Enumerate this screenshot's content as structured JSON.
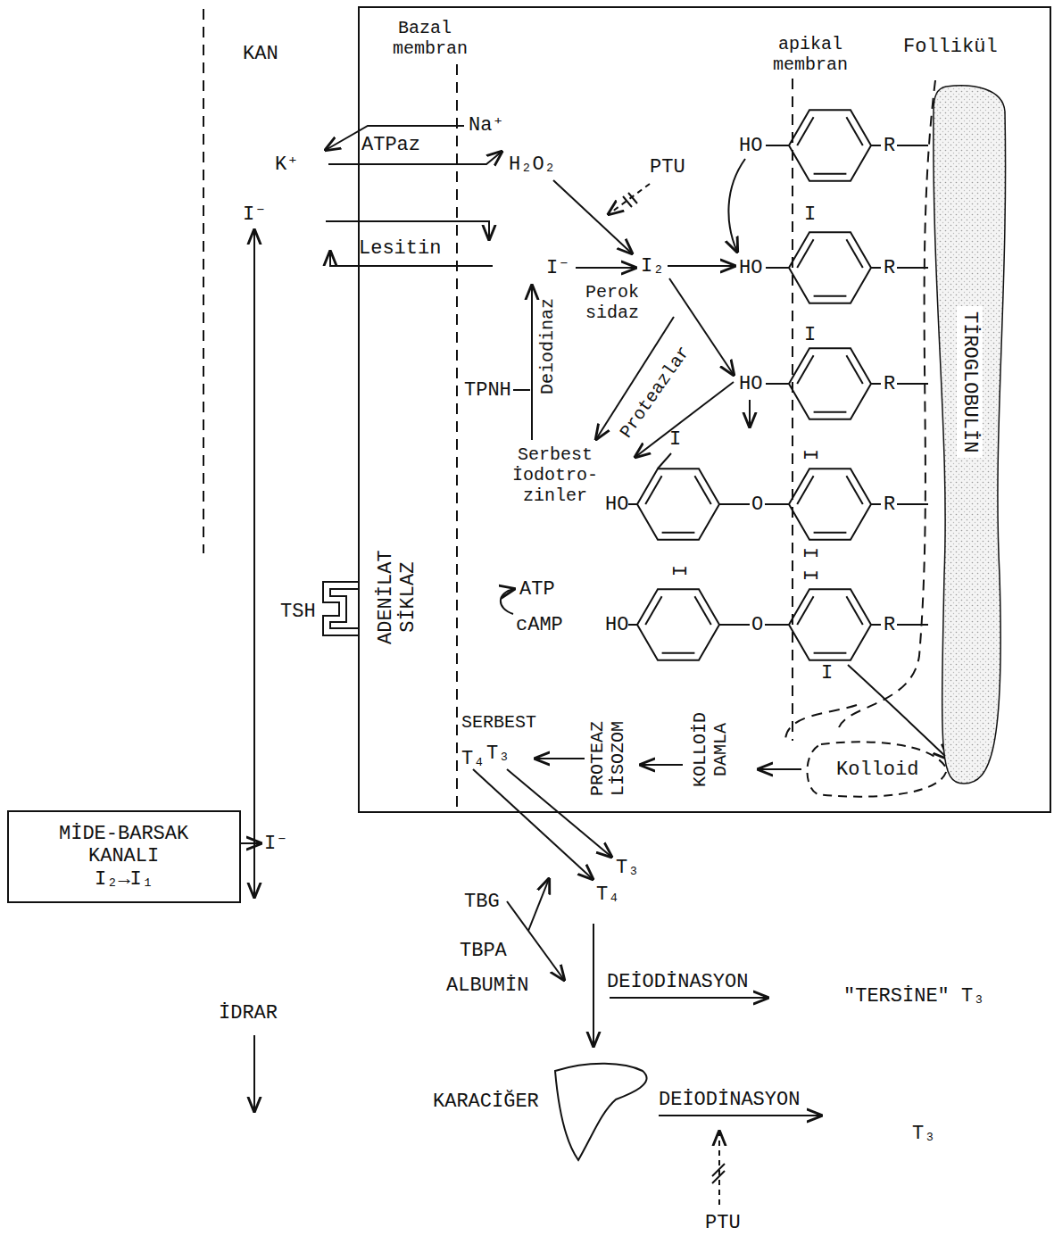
{
  "diagram": {
    "nodes": [
      {
        "text": [
          "TİROGLOBULİN"
        ]
      },
      {
        "text": [
          "Kolloid"
        ]
      },
      {
        "text": [
          "MİDE-BARSAK KANALI",
          "I₂→I₁"
        ]
      }
    ],
    "labels": [
      "KAN",
      "Bazal membran",
      "apikal membran",
      "Follikül",
      "Na⁺",
      "K⁺",
      "ATPaz",
      "H₂O₂",
      "PTU",
      "Lesitin",
      "I⁻",
      "I⁻",
      "I₂",
      "Perok sidaz",
      "Proteazlar",
      "Deiodinaz",
      "TPNH",
      "Serbest İodotro- zinler",
      "HO",
      "R",
      "I",
      "HO",
      "R",
      "I",
      "HO",
      "R",
      "I",
      "I",
      "HO",
      "O",
      "R",
      "I",
      "I",
      "I",
      "HO",
      "O",
      "R",
      "I",
      "ADENİLAT SİKLAZ",
      "TSH",
      "ATP",
      "cAMP",
      "SERBEST",
      "T₄",
      "T₃",
      "PROTEAZ LİSOZOM",
      "KOLLOİD DAMLA",
      "T₃",
      "T₄",
      "TBG",
      "TBPA",
      "ALBUMİN",
      "DEİODİNASYON",
      "\"TERSİNE\" T₃",
      "KARACİĞER",
      "DEİODİNASYON",
      "T₃",
      "PTU",
      "İDRAR",
      "I⁻"
    ]
  }
}
